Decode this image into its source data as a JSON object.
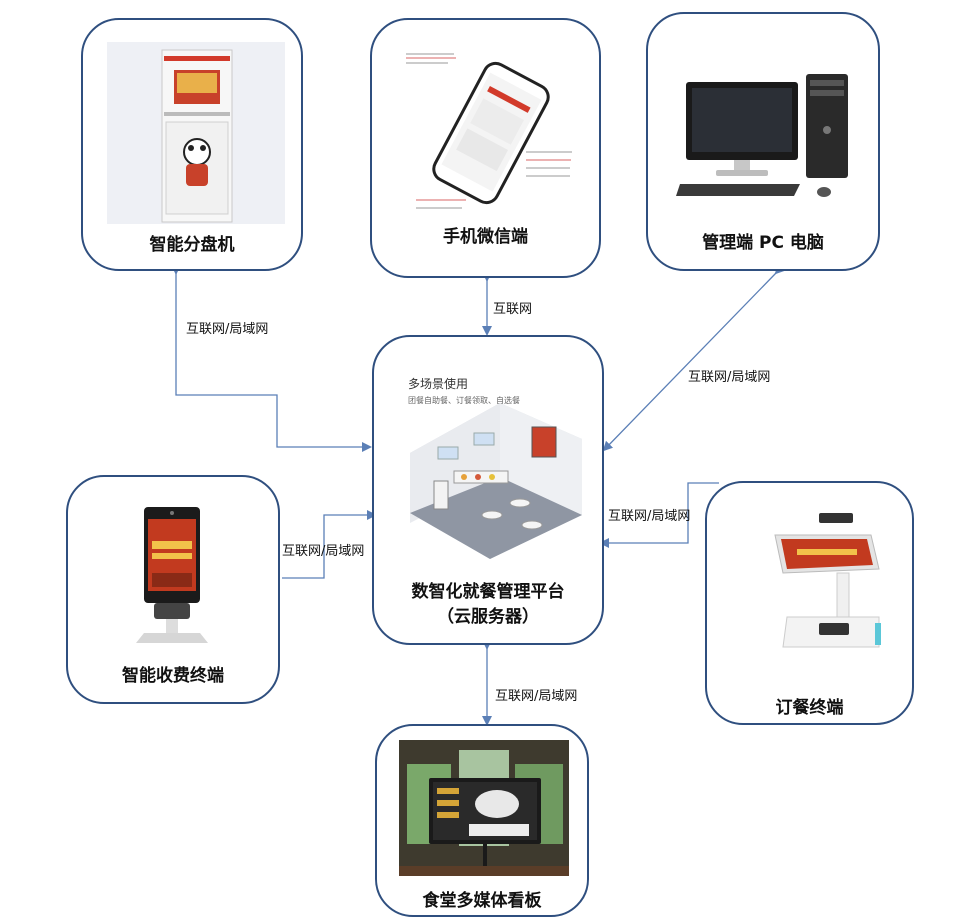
{
  "nodes": {
    "sorter": {
      "label": "智能分盘机"
    },
    "mobile": {
      "label": "手机微信端"
    },
    "pc": {
      "label": "管理端 PC 电脑"
    },
    "center": {
      "label_line1": "数智化就餐管理平台",
      "label_line2": "（云服务器）"
    },
    "pos": {
      "label": "智能收费终端"
    },
    "order": {
      "label": "订餐终端"
    },
    "board": {
      "label": "食堂多媒体看板"
    }
  },
  "center_scene": {
    "title": "多场景使用",
    "subtitle": "团餐自助餐、订餐领取、自选餐"
  },
  "edge_labels": {
    "sorter_center": "互联网/局域网",
    "mobile_center": "互联网",
    "pc_center": "互联网/局域网",
    "pos_center": "互联网/局域网",
    "order_center": "互联网/局域网",
    "board_center": "互联网/局域网"
  },
  "colors": {
    "node_border": "#2f4f7f",
    "connector": "#5b7fb6"
  }
}
